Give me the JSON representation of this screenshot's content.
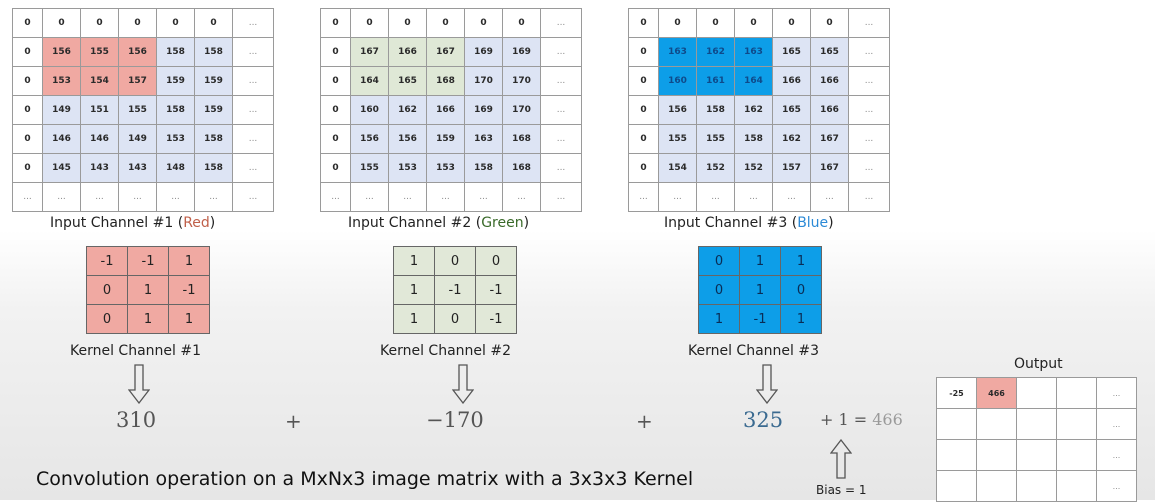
{
  "input_channels": [
    {
      "caption_prefix": "Input Channel #1 (",
      "caption_color_word": "Red",
      "caption_suffix": ")",
      "rows": [
        [
          "0",
          "0",
          "0",
          "0",
          "0",
          "0",
          "..."
        ],
        [
          "0",
          "156",
          "155",
          "156",
          "158",
          "158",
          "..."
        ],
        [
          "0",
          "153",
          "154",
          "157",
          "159",
          "159",
          "..."
        ],
        [
          "0",
          "149",
          "151",
          "155",
          "158",
          "159",
          "..."
        ],
        [
          "0",
          "146",
          "146",
          "149",
          "153",
          "158",
          "..."
        ],
        [
          "0",
          "145",
          "143",
          "143",
          "148",
          "158",
          "..."
        ],
        [
          "...",
          "...",
          "...",
          "...",
          "...",
          "...",
          "..."
        ]
      ]
    },
    {
      "caption_prefix": "Input Channel #2 (",
      "caption_color_word": "Green",
      "caption_suffix": ")",
      "rows": [
        [
          "0",
          "0",
          "0",
          "0",
          "0",
          "0",
          "..."
        ],
        [
          "0",
          "167",
          "166",
          "167",
          "169",
          "169",
          "..."
        ],
        [
          "0",
          "164",
          "165",
          "168",
          "170",
          "170",
          "..."
        ],
        [
          "0",
          "160",
          "162",
          "166",
          "169",
          "170",
          "..."
        ],
        [
          "0",
          "156",
          "156",
          "159",
          "163",
          "168",
          "..."
        ],
        [
          "0",
          "155",
          "153",
          "153",
          "158",
          "168",
          "..."
        ],
        [
          "...",
          "...",
          "...",
          "...",
          "...",
          "...",
          "..."
        ]
      ]
    },
    {
      "caption_prefix": "Input Channel #3 (",
      "caption_color_word": "Blue",
      "caption_suffix": ")",
      "rows": [
        [
          "0",
          "0",
          "0",
          "0",
          "0",
          "0",
          "..."
        ],
        [
          "0",
          "163",
          "162",
          "163",
          "165",
          "165",
          "..."
        ],
        [
          "0",
          "160",
          "161",
          "164",
          "166",
          "166",
          "..."
        ],
        [
          "0",
          "156",
          "158",
          "162",
          "165",
          "166",
          "..."
        ],
        [
          "0",
          "155",
          "155",
          "158",
          "162",
          "167",
          "..."
        ],
        [
          "0",
          "154",
          "152",
          "152",
          "157",
          "167",
          "..."
        ],
        [
          "...",
          "...",
          "...",
          "...",
          "...",
          "...",
          "..."
        ]
      ]
    }
  ],
  "kernels": [
    {
      "caption": "Kernel Channel #1",
      "rows": [
        [
          "-1",
          "-1",
          "1"
        ],
        [
          "0",
          "1",
          "-1"
        ],
        [
          "0",
          "1",
          "1"
        ]
      ],
      "result": "310"
    },
    {
      "caption": "Kernel Channel #2",
      "rows": [
        [
          "1",
          "0",
          "0"
        ],
        [
          "1",
          "-1",
          "-1"
        ],
        [
          "1",
          "0",
          "-1"
        ]
      ],
      "result": "−170"
    },
    {
      "caption": "Kernel Channel #3",
      "rows": [
        [
          "0",
          "1",
          "1"
        ],
        [
          "0",
          "1",
          "0"
        ],
        [
          "1",
          "-1",
          "1"
        ]
      ],
      "result": "325"
    }
  ],
  "plus_sign": "+",
  "bias_expr": "+ 1 = ",
  "final_value": "466",
  "bias_label": "Bias = 1",
  "output": {
    "title": "Output",
    "rows": [
      [
        "-25",
        "466",
        "",
        "",
        "..."
      ],
      [
        "",
        "",
        "",
        "",
        "..."
      ],
      [
        "",
        "",
        "",
        "",
        "..."
      ],
      [
        "",
        "",
        "",
        "",
        "..."
      ]
    ]
  },
  "main_caption": "Convolution operation on a MxNx3 image matrix with a 3x3x3 Kernel",
  "colors": {
    "red_highlight": "#f0a9a2",
    "green_highlight": "#dfe8d6",
    "blue_highlight": "#0d9ee8",
    "body_fill": "#dde4f4"
  }
}
